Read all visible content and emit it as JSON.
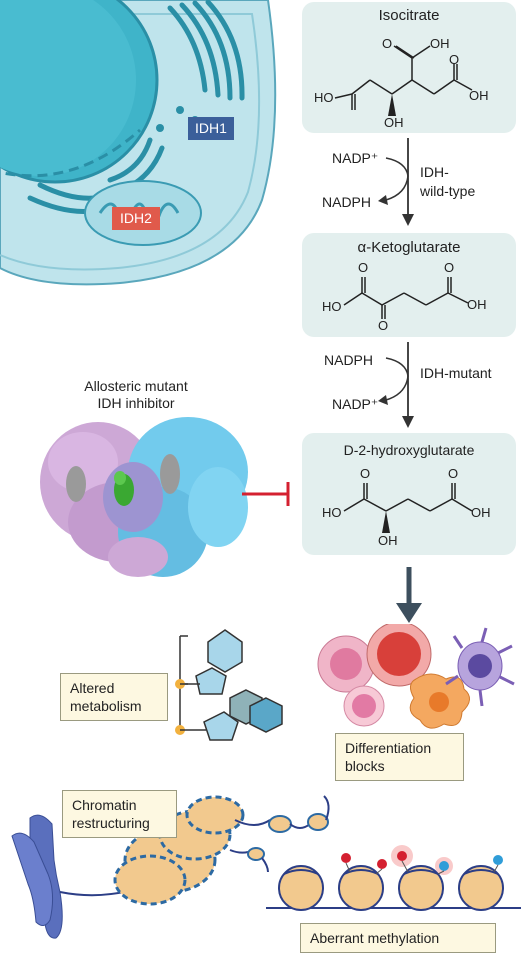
{
  "cell": {
    "idh1_label": "IDH1",
    "idh2_label": "IDH2"
  },
  "pathway": {
    "isocitrate": {
      "name": "Isocitrate"
    },
    "step1": {
      "cofactor_in": "NADP⁺",
      "cofactor_out": "NADPH",
      "enzyme_line1": "IDH-",
      "enzyme_line2": "wild-type"
    },
    "alpha_kg": {
      "name": "α-Ketoglutarate"
    },
    "step2": {
      "cofactor_in": "NADPH",
      "cofactor_out": "NADP⁺",
      "enzyme": "IDH-mutant"
    },
    "d2hg": {
      "name": "D-2-hydroxyglutarate"
    }
  },
  "atoms": {
    "O": "O",
    "OH": "OH",
    "HO": "HO"
  },
  "inhibitor": {
    "line1": "Allosteric mutant",
    "line2": "IDH inhibitor"
  },
  "effects": {
    "metabolism": {
      "line1": "Altered",
      "line2": "metabolism"
    },
    "differentiation": {
      "line1": "Differentiation",
      "line2": "blocks"
    },
    "chromatin": {
      "line1": "Chromatin",
      "line2": "restructuring"
    },
    "methylation": {
      "label": "Aberrant methylation"
    }
  },
  "colors": {
    "idh1": "#3b5f9a",
    "idh2": "#e05a4b",
    "inhibit": "#d42030",
    "panel": "#e3efee",
    "note": "#fdf8e1"
  }
}
